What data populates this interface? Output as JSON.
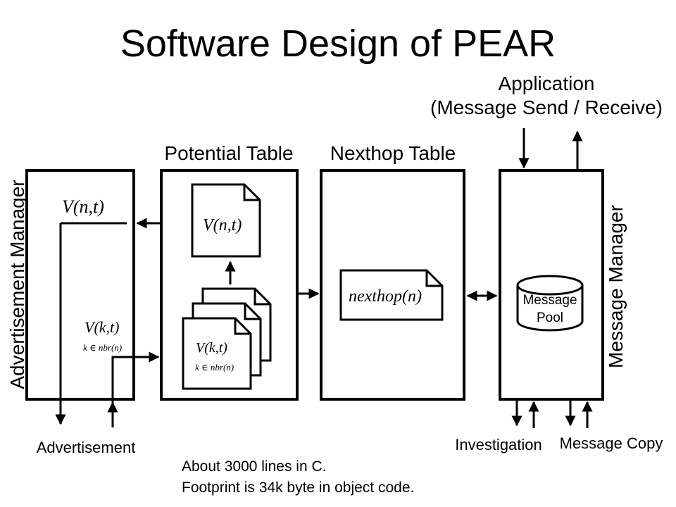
{
  "title": "Software Design of PEAR",
  "application": {
    "line1": "Application",
    "line2": "(Message Send / Receive)"
  },
  "potential_table": {
    "label": "Potential Table",
    "doc_top": "V(n,t)",
    "doc_stack": "V(k,t)",
    "doc_stack_sub": "k ∈ nbr(n)"
  },
  "nexthop_table": {
    "label": "Nexthop Table",
    "doc": "nexthop(n)"
  },
  "advertisement_manager": {
    "label": "Advertisement Manager",
    "v_nt": "V(n,t)",
    "v_kt": "V(k,t)",
    "v_kt_sub": "k ∈ nbr(n)"
  },
  "message_manager": {
    "label": "Message Manager",
    "pool_line1": "Message",
    "pool_line2": "Pool"
  },
  "bottom_labels": {
    "advertisement": "Advertisement",
    "investigation": "Investigation",
    "message_copy": "Message Copy"
  },
  "notes": {
    "line1": "About 3000 lines in C.",
    "line2": "Footprint is 34k byte in object code."
  }
}
